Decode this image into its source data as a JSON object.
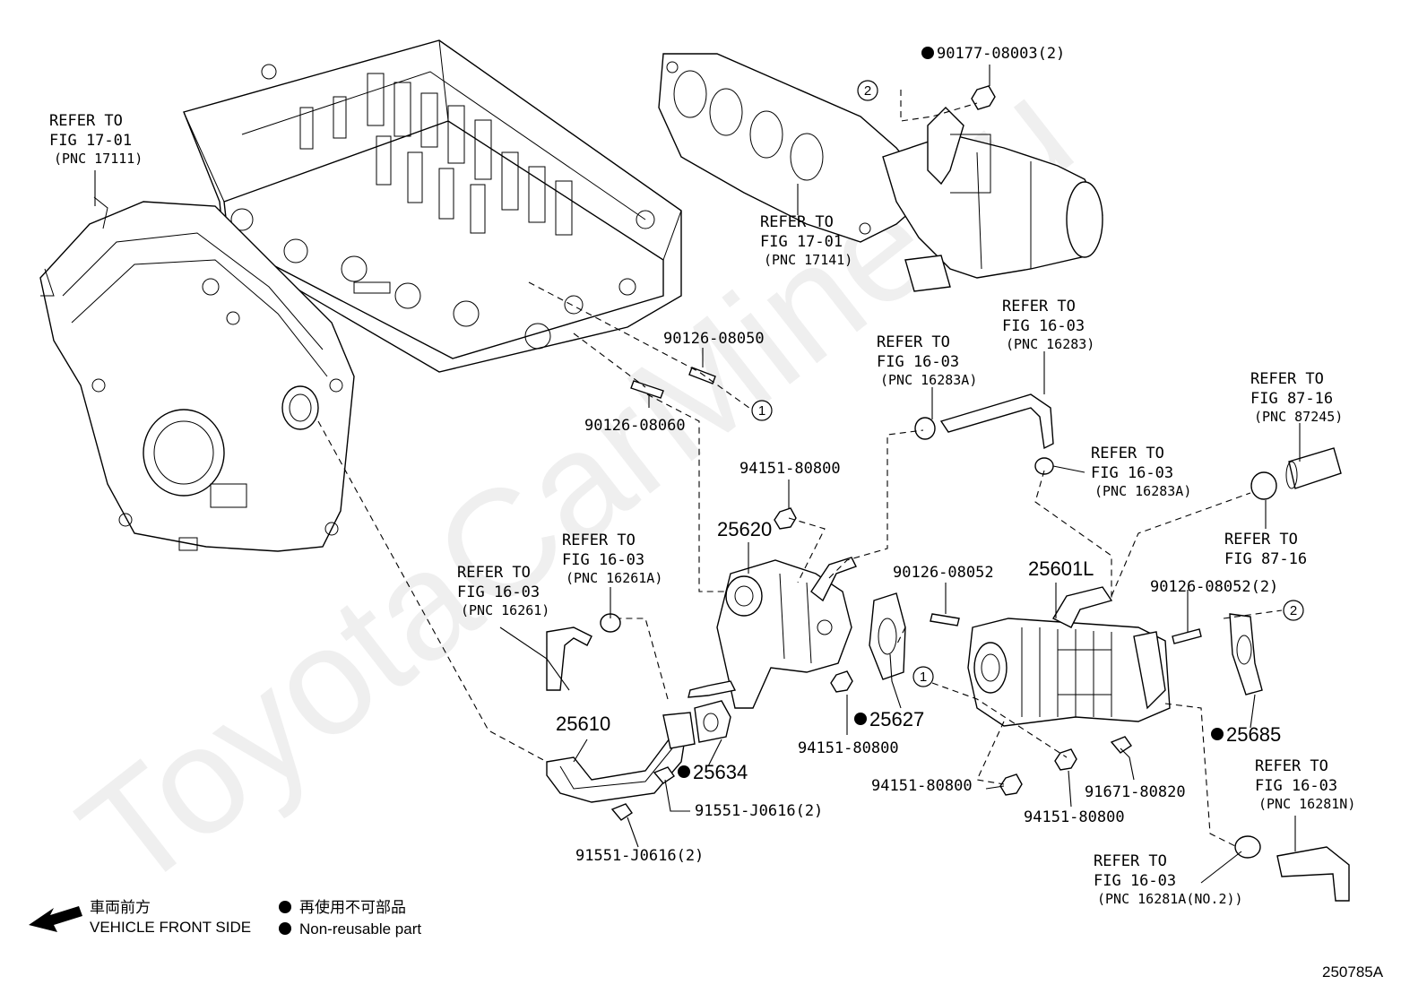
{
  "watermark": "ToyotaCarMine.ru",
  "diagram_id": "250785A",
  "refs": {
    "r1": {
      "l1": "REFER TO",
      "l2": "FIG 17-01",
      "l3": "(PNC 17111)"
    },
    "r2": {
      "l1": "REFER TO",
      "l2": "FIG 17-01",
      "l3": "(PNC 17141)"
    },
    "r3": {
      "l1": "REFER TO",
      "l2": "FIG 16-03",
      "l3": "(PNC 16283)"
    },
    "r4": {
      "l1": "REFER TO",
      "l2": "FIG 16-03",
      "l3": "(PNC 16283A)"
    },
    "r5": {
      "l1": "REFER TO",
      "l2": "FIG 87-16",
      "l3": "(PNC 87245)"
    },
    "r6": {
      "l1": "REFER TO",
      "l2": "FIG 16-03",
      "l3": "(PNC 16283A)"
    },
    "r7": {
      "l1": "REFER TO",
      "l2": "FIG 87-16"
    },
    "r8": {
      "l1": "REFER TO",
      "l2": "FIG 16-03",
      "l3": "(PNC 16261A)"
    },
    "r9": {
      "l1": "REFER TO",
      "l2": "FIG 16-03",
      "l3": "(PNC 16261)"
    },
    "r10": {
      "l1": "REFER TO",
      "l2": "FIG 16-03",
      "l3": "(PNC 16281N)"
    },
    "r11": {
      "l1": "REFER TO",
      "l2": "FIG 16-03",
      "l3": "(PNC 16281A(NO.2))"
    }
  },
  "parts": {
    "p90177": "90177-08003(2)",
    "p08050": "90126-08050",
    "p08060": "90126-08060",
    "p94151a": "94151-80800",
    "p25620": "25620",
    "p08052": "90126-08052",
    "p25601L": "25601L",
    "p08052x2": "90126-08052(2)",
    "p25627": "25627",
    "p94151b": "94151-80800",
    "p25685": "25685",
    "p25610": "25610",
    "p25634": "25634",
    "p91551a": "91551-J0616(2)",
    "p91551b": "91551-J0616(2)",
    "p94151c": "94151-80800",
    "p94151d": "94151-80800",
    "p91671": "91671-80820"
  },
  "callouts": {
    "c1a": "1",
    "c1b": "1",
    "c2a": "2",
    "c2b": "2"
  },
  "legend": {
    "front_jp": "車両前方",
    "front_en": "VEHICLE FRONT SIDE",
    "nonreuse_jp": "再使用不可部品",
    "nonreuse_en": "Non-reusable part",
    "arrow_icon": "arrow-left-icon",
    "dot_icon": "filled-dot-icon"
  }
}
